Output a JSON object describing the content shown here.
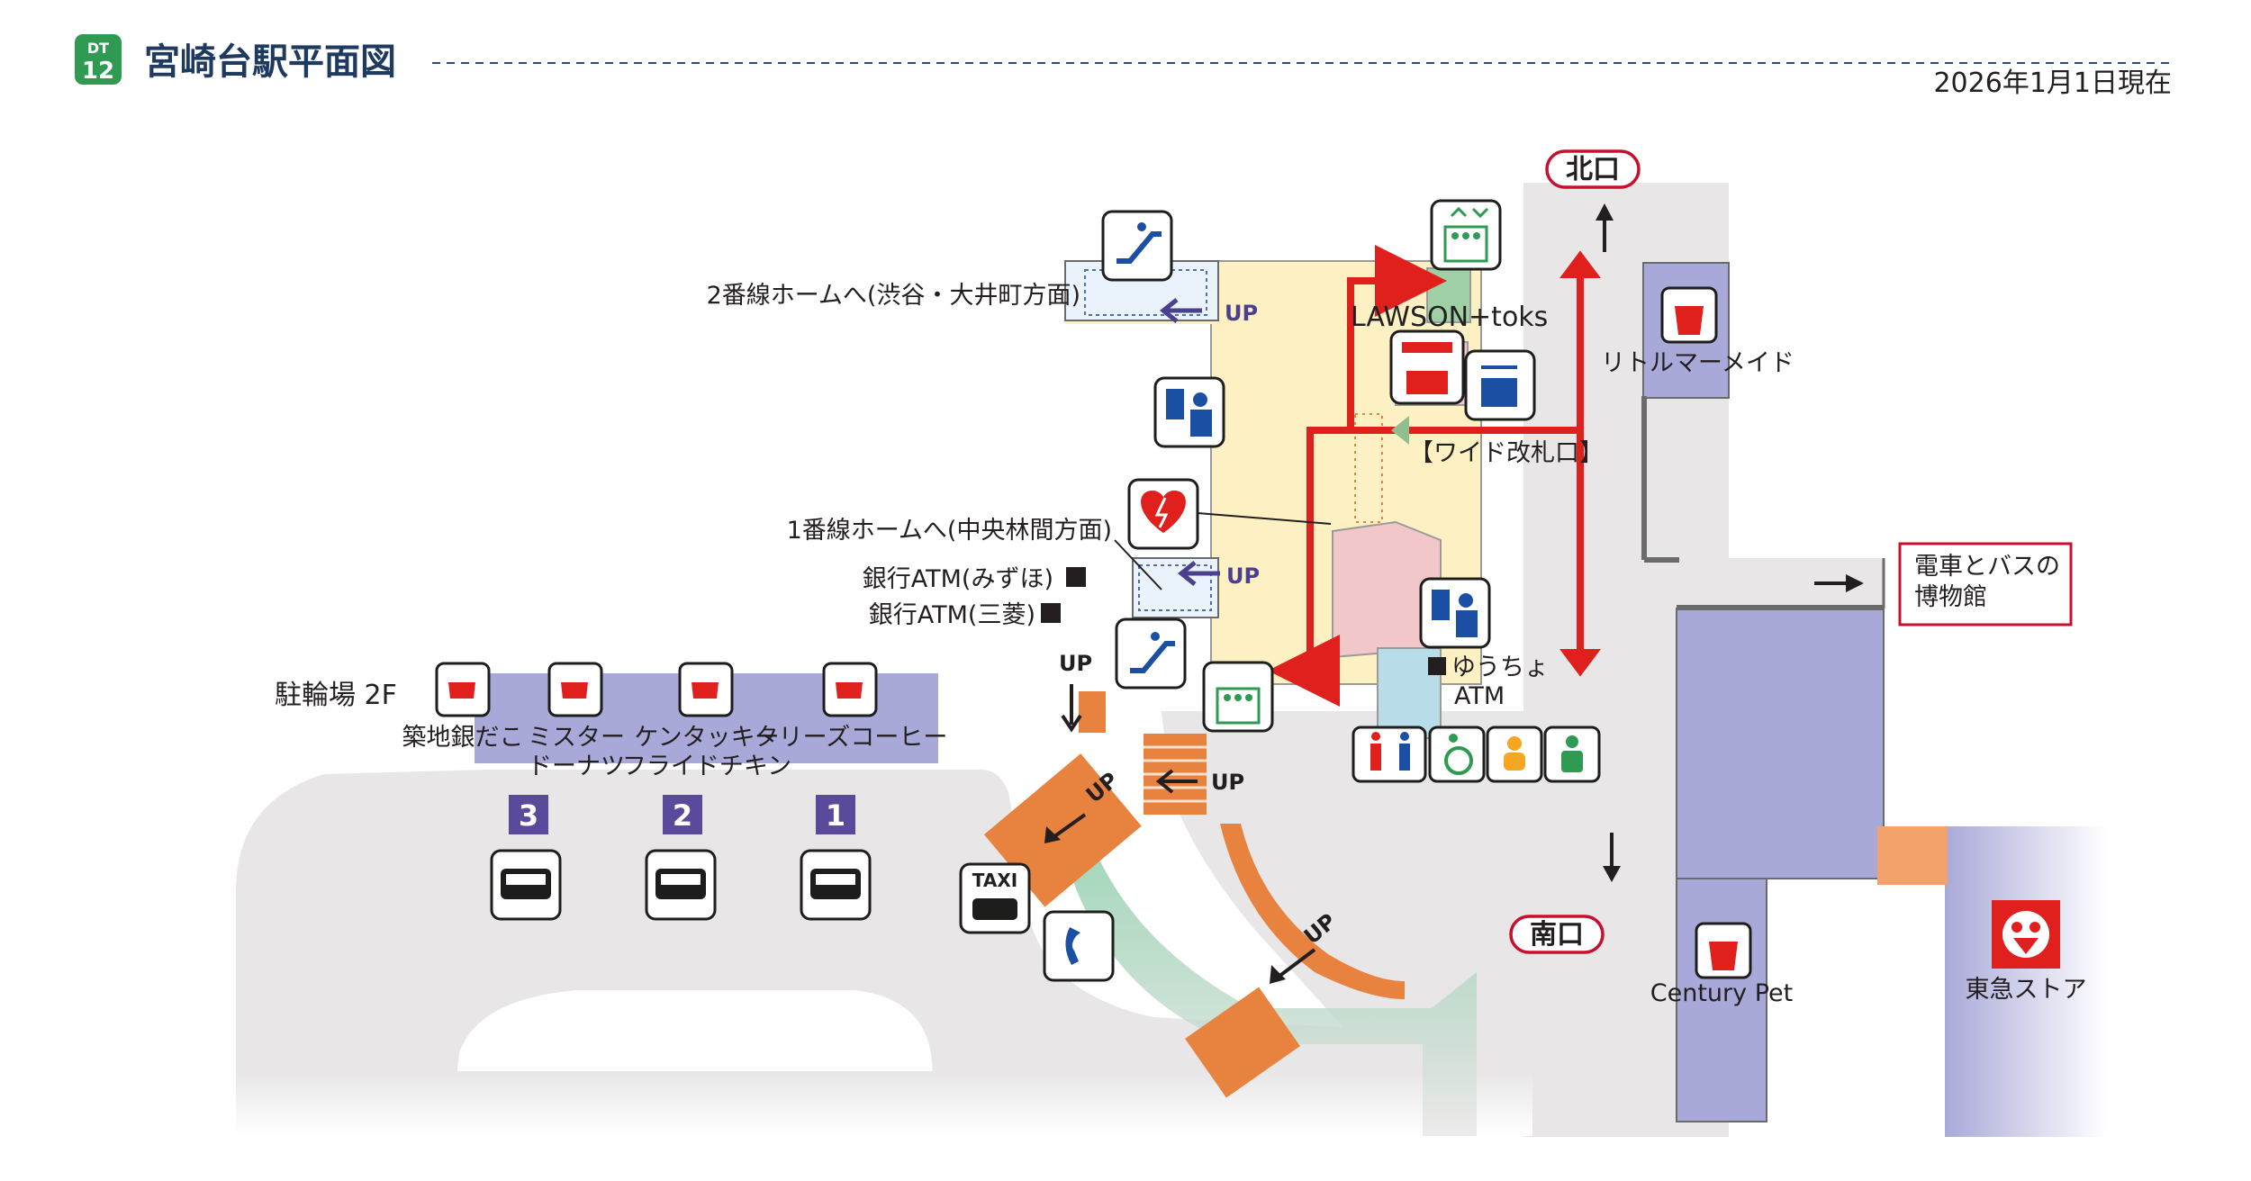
{
  "header": {
    "line_code": "DT",
    "station_number": "12",
    "title": "宮崎台駅平面図",
    "as_of": "2026年1月1日現在"
  },
  "exits": {
    "north": "北口",
    "south": "南口"
  },
  "labels": {
    "platform2": "2番線ホームへ(渋谷・大井町方面)",
    "platform1": "1番線ホームへ(中央林間方面)",
    "atm_mizuho": "銀行ATM(みずほ)",
    "atm_mufg": "銀行ATM(三菱)",
    "bicycle": "駐輪場  2F",
    "lawson": "LAWSON+toks",
    "wide_gate": "【ワイド改札口】",
    "little_mermaid": "リトルマーメイド",
    "yucho": "ゆうちょ",
    "atm": "ATM",
    "museum_line1": "電車とバスの",
    "museum_line2": "博物館",
    "century_pet": "Century Pet",
    "tokyu_store": "東急ストア",
    "up": "UP",
    "taxi": "TAXI"
  },
  "shops": [
    {
      "line1": "築地銀だこ",
      "line2": ""
    },
    {
      "line1": "ミスター",
      "line2": "ドーナツ"
    },
    {
      "line1": "ケンタッキー",
      "line2": "フライドチキン"
    },
    {
      "line1": "タリーズコーヒー",
      "line2": ""
    }
  ],
  "bus_stops": [
    "3",
    "2",
    "1"
  ],
  "colors": {
    "brand_green": "#2e9a52",
    "route_red": "#e0201c",
    "concourse_yellow": "#fdf1c4",
    "gate_pink": "#f2c7c9",
    "shop_purple": "#a9a9d9",
    "stairs_orange": "#e8823f",
    "ground_gray": "#e8e6e6",
    "bus_badge": "#5a4a9c",
    "toilet_cyan": "#b9dde8"
  }
}
